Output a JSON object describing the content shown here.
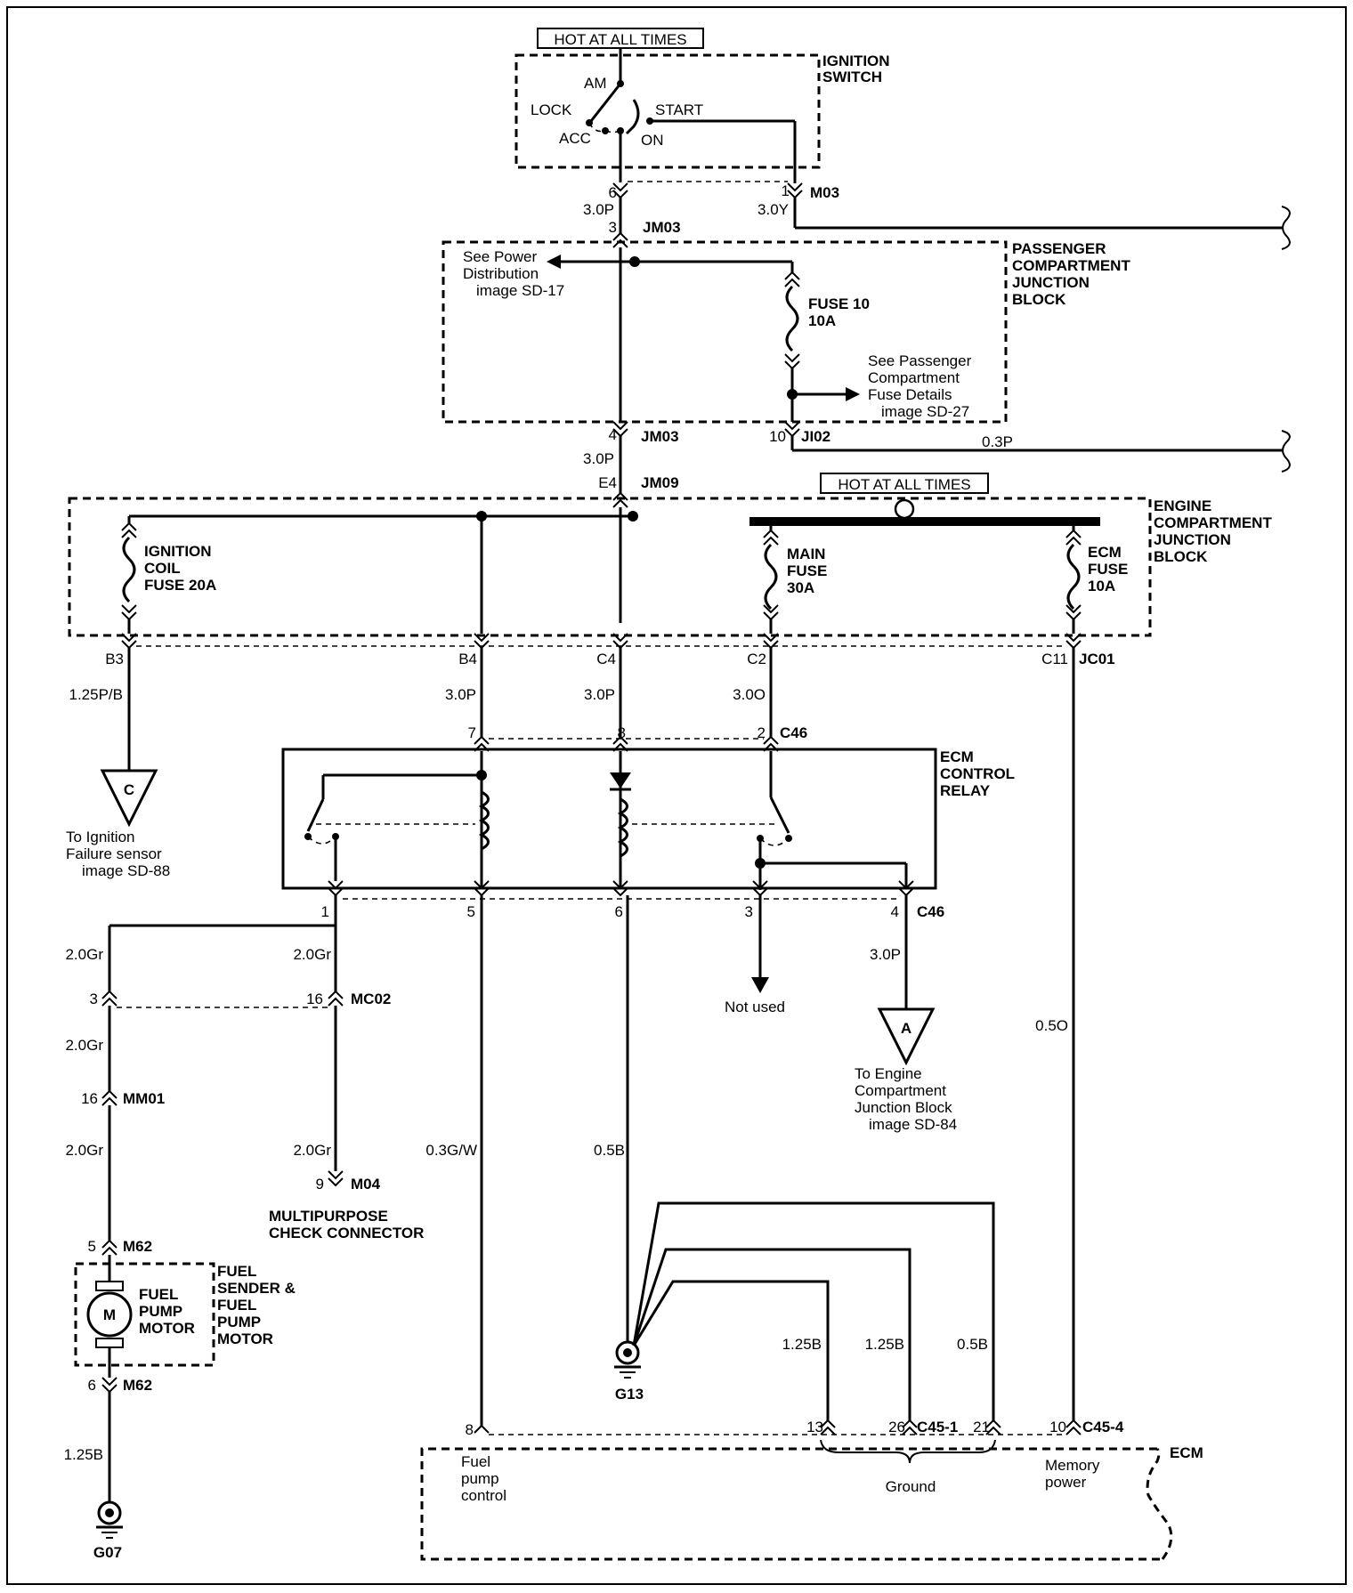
{
  "hot1": "HOT AT ALL TIMES",
  "hot2": "HOT AT ALL TIMES",
  "ignition": {
    "title": [
      "IGNITION",
      "SWITCH"
    ],
    "am": "AM",
    "lock": "LOCK",
    "start": "START",
    "acc": "ACC",
    "on": "ON"
  },
  "m03": {
    "pin6": "6",
    "pin1": "1",
    "name": "M03",
    "wire_left": "3.0P",
    "wire_right": "3.0Y"
  },
  "jm03_top": {
    "pin": "3",
    "name": "JM03"
  },
  "pcjb": {
    "title": [
      "PASSENGER",
      "COMPARTMENT",
      "JUNCTION",
      "BLOCK"
    ],
    "see_power": [
      "See Power",
      "Distribution",
      "image SD-17"
    ],
    "fuse10": [
      "FUSE 10",
      "10A"
    ],
    "see_pass": [
      "See Passenger",
      "Compartment",
      "Fuse Details",
      "image SD-27"
    ]
  },
  "jm03_bottom": {
    "pin": "4",
    "name": "JM03"
  },
  "ji02": {
    "pin": "10",
    "name": "JI02",
    "wire": "0.3P"
  },
  "wire_jm03_jm09": "3.0P",
  "jm09": {
    "pin": "E4",
    "name": "JM09"
  },
  "ecjb": {
    "title": [
      "ENGINE",
      "COMPARTMENT",
      "JUNCTION",
      "BLOCK"
    ],
    "ign_fuse": [
      "IGNITION",
      "COIL",
      "FUSE 20A"
    ],
    "main_fuse": [
      "MAIN",
      "FUSE",
      "30A"
    ],
    "ecm_fuse": [
      "ECM",
      "FUSE",
      "10A"
    ]
  },
  "jc01": {
    "pins": [
      "B3",
      "B4",
      "C4",
      "C2",
      "C11"
    ],
    "name": "JC01"
  },
  "wires_mid": [
    "1.25P/B",
    "3.0P",
    "3.0P",
    "3.0O"
  ],
  "c46_top": {
    "pins": [
      "7",
      "8",
      "2"
    ],
    "name": "C46"
  },
  "relay": [
    "ECM",
    "CONTROL",
    "RELAY"
  ],
  "conn_c": {
    "letter": "C",
    "text": [
      "To Ignition",
      "Failure sensor",
      "image SD-88"
    ]
  },
  "c46_bottom": {
    "pins": [
      "1",
      "5",
      "6",
      "3",
      "4"
    ],
    "name": "C46"
  },
  "not_used": "Not used",
  "wire_3p_a": "3.0P",
  "conn_a": {
    "letter": "A",
    "text": [
      "To Engine",
      "Compartment",
      "Junction Block",
      "image SD-84"
    ]
  },
  "wire_05o": "0.5O",
  "left_branch": {
    "w1": "2.0Gr",
    "pin3": "3",
    "w2": "2.0Gr",
    "mm01_pin": "16",
    "mm01": "MM01",
    "w3": "2.0Gr",
    "m62_pin5": "5",
    "m62": "M62",
    "m62_pin6": "6",
    "w4": "1.25B",
    "g07": "G07"
  },
  "mc02": {
    "w1": "2.0Gr",
    "pin": "16",
    "name": "MC02",
    "w2": "2.0Gr",
    "m04_pin": "9",
    "m04": "M04",
    "label": [
      "MULTIPURPOSE",
      "CHECK CONNECTOR"
    ]
  },
  "fuel_pump": {
    "motor": "M",
    "inner": [
      "FUEL",
      "PUMP",
      "MOTOR"
    ],
    "label": [
      "FUEL",
      "SENDER &",
      "FUEL",
      "PUMP",
      "MOTOR"
    ]
  },
  "wire_fpc": "0.3G/W",
  "wire_g13": "0.5B",
  "g13": "G13",
  "ground_wires": [
    "1.25B",
    "1.25B",
    "0.5B"
  ],
  "ecm": {
    "title": "ECM",
    "c451": "C45-1",
    "c454": "C45-4",
    "pins": [
      "8",
      "13",
      "26",
      "21",
      "10"
    ],
    "fuel_pump_control": [
      "Fuel",
      "pump",
      "control"
    ],
    "ground": "Ground",
    "memory": [
      "Memory",
      "power"
    ]
  }
}
